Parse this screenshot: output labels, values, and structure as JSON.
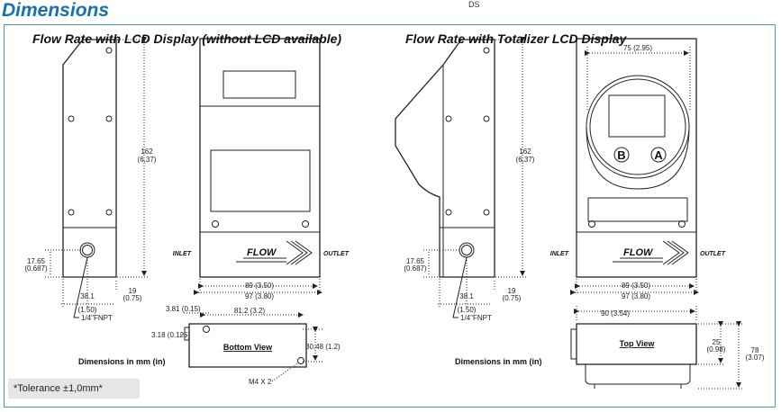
{
  "header": {
    "title": "Dimensions",
    "corner_mark": "DS"
  },
  "left": {
    "subtitle": "Flow Rate with LCD Display (without LCD available)",
    "height_mm": "162",
    "height_in": "(6,37)",
    "port_h_mm": "17.65",
    "port_h_in": "(0.687)",
    "port_x_mm": "38.1",
    "port_x_in": "(1.50)",
    "depth_mm": "19",
    "depth_in": "(0.75)",
    "fnpt": "1/4\"FNPT",
    "w89": "89 (3.50)",
    "w97": "97 (3.80)",
    "inlet": "INLET",
    "outlet": "OUTLET",
    "flow": "FLOW",
    "bv_381": "3.81 (0.15)",
    "bv_812": "81.2 (3.2)",
    "bv_318": "3.18 (0.125)",
    "bv_3048": "30.48 (1.2)",
    "bv_title": "Bottom View",
    "bv_m4": "M4 X 2",
    "caption": "Dimensions in mm (in)"
  },
  "right": {
    "subtitle": "Flow Rate with Totalizer LCD Display",
    "w75": "75 (2.95)",
    "height_mm": "162",
    "height_in": "(6,37)",
    "port_h_mm": "17.65",
    "port_h_in": "(0.687)",
    "port_x_mm": "38.1",
    "port_x_in": "(1.50)",
    "depth_mm": "19",
    "depth_in": "(0.75)",
    "fnpt": "1/4\"FNPT",
    "w89": "89 (3.50)",
    "w97": "97 (3.80)",
    "inlet": "INLET",
    "outlet": "OUTLET",
    "flow": "FLOW",
    "btn_b": "B",
    "btn_a": "A",
    "tv_90": "90 (3.54)",
    "tv_25_mm": "25",
    "tv_25_in": "(0.98)",
    "tv_78_mm": "78",
    "tv_78_in": "(3.07)",
    "tv_title": "Top View",
    "caption": "Dimensions in mm (in)"
  },
  "footer": {
    "tolerance": "*Tolerance ±1,0mm*"
  },
  "colors": {
    "accent": "#1a6fb0",
    "frame": "#4a90c4",
    "tolerance_bg": "#e6e6e6"
  }
}
